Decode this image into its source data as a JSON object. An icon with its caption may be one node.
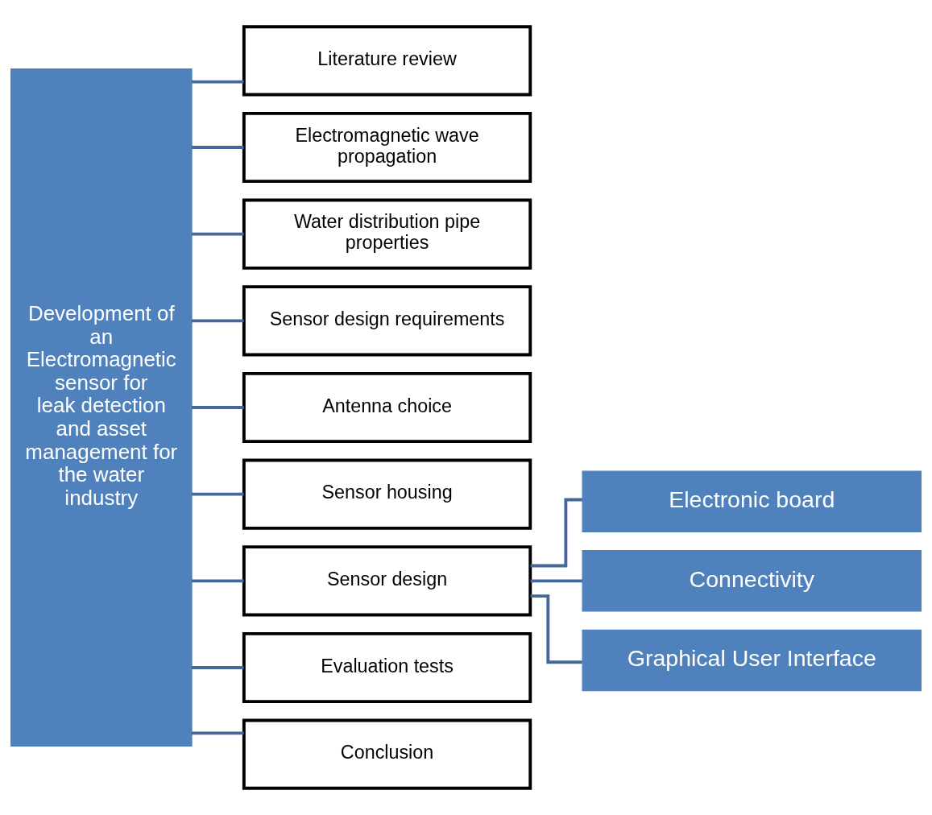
{
  "diagram": {
    "nodes": [
      {
        "text": [
          "Development of an Electromagnetic sensor for leak detection and asset management for the water industry"
        ]
      },
      {
        "text": [
          "Literature review"
        ]
      },
      {
        "text": [
          "Electromagnetic wave propagation"
        ]
      },
      {
        "text": [
          "Water distribution pipe properties"
        ]
      },
      {
        "text": [
          "Sensor design requirements"
        ]
      },
      {
        "text": [
          "Antenna choice"
        ]
      },
      {
        "text": [
          "Sensor housing"
        ]
      },
      {
        "text": [
          "Sensor design"
        ]
      },
      {
        "text": [
          "Evaluation tests"
        ]
      },
      {
        "text": [
          "Conclusion"
        ]
      },
      {
        "text": [
          "Electronic board"
        ]
      },
      {
        "text": [
          "Connectivity"
        ]
      },
      {
        "text": [
          "Graphical User Interface"
        ]
      }
    ],
    "edges": [
      {
        "from": 0,
        "to": 1,
        "arrow": "none"
      },
      {
        "from": 0,
        "to": 2,
        "arrow": "none"
      },
      {
        "from": 0,
        "to": 3,
        "arrow": "none"
      },
      {
        "from": 0,
        "to": 4,
        "arrow": "none"
      },
      {
        "from": 0,
        "to": 5,
        "arrow": "none"
      },
      {
        "from": 0,
        "to": 6,
        "arrow": "none"
      },
      {
        "from": 0,
        "to": 7,
        "arrow": "none"
      },
      {
        "from": 0,
        "to": 8,
        "arrow": "none"
      },
      {
        "from": 0,
        "to": 9,
        "arrow": "none"
      },
      {
        "from": 7,
        "to": 10,
        "arrow": "none"
      },
      {
        "from": 7,
        "to": 11,
        "arrow": "none"
      },
      {
        "from": 7,
        "to": 12,
        "arrow": "none"
      }
    ]
  }
}
